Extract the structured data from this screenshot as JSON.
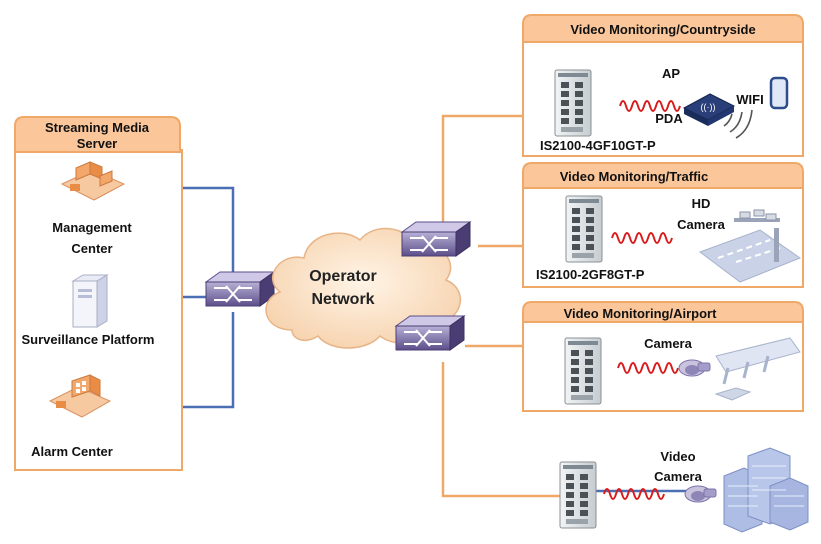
{
  "left_panel": {
    "title_line1": "Streaming Media",
    "title_line2": "Server",
    "items": [
      {
        "line1": "Management",
        "line2": "Center"
      },
      {
        "line1": "Surveillance Platform"
      },
      {
        "line1": "Alarm Center"
      }
    ]
  },
  "cloud": {
    "line1": "Operator",
    "line2": "Network"
  },
  "panels": [
    {
      "title": "Video Monitoring/Countryside",
      "switch_model": "IS2100-4GF10GT-P",
      "labels": [
        "AP",
        "WIFI",
        "PDA"
      ]
    },
    {
      "title": "Video Monitoring/Traffic",
      "switch_model": "IS2100-2GF8GT-P",
      "labels": [
        "HD",
        "Camera"
      ]
    },
    {
      "title": "Video Monitoring/Airport",
      "switch_model": "",
      "labels": [
        "Camera"
      ]
    }
  ],
  "bottom_site": {
    "labels": [
      "Video",
      "Camera"
    ]
  },
  "colors": {
    "panel_border": "#f0a868",
    "panel_title_bg": "#fbc79a",
    "link_blue": "#4a6fb5",
    "link_orange": "#f0a868",
    "cable_red": "#d81c1c",
    "switch_purple": "#6b5a95"
  }
}
